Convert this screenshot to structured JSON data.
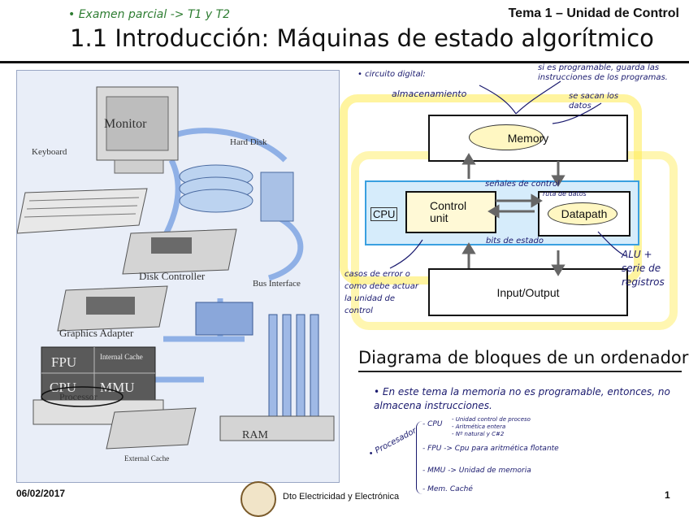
{
  "header": {
    "note": "• Examen parcial -> T1 y T2",
    "topic": "Tema 1 – Unidad de Control",
    "title": "1.1 Introducción: Máquinas de estado algorítmico"
  },
  "left_figure": {
    "labels": {
      "monitor": "Monitor",
      "keyboard": "Keyboard",
      "hard_disk": "Hard Disk",
      "disk_controller": "Disk Controller",
      "bus_interface": "Bus Interface",
      "graphics_adapter": "Graphics Adapter",
      "fpu": "FPU",
      "internal_cache": "Internal Cache",
      "cpu": "CPU",
      "mmu": "MMU",
      "processor": "Processor",
      "ram": "RAM",
      "external_cache": "External Cache"
    }
  },
  "block_diagram": {
    "memory": "Memory",
    "control_unit": "Control unit",
    "datapath": "Datapath",
    "cpu": "CPU",
    "input_output": "Input/Output"
  },
  "annotations": {
    "circuito": "• circuito digital:",
    "almacenamiento": "almacenamiento",
    "programable": "si es programable, guarda las instrucciones de los programas.",
    "datos": "se sacan los datos",
    "senales": "señales de control",
    "ruta": "ruta de datos",
    "bits": "bits de estado",
    "alu": "ALU + serie de registros",
    "casos": "casos de error o como debe actuar la unidad de control"
  },
  "section_title": "Diagrama de bloques de un ordenador",
  "notes": {
    "bullet": "• En este tema la memoria no es programable, entonces, no almacena instrucciones.",
    "procesador": "• Procesador",
    "cpu": "- CPU",
    "cpu_details": [
      "- Unidad control de proceso",
      "- Aritmética entera",
      "- Nº natural y C#2"
    ],
    "fpu": "- FPU -> Cpu para aritmética flotante",
    "mmu": "- MMU -> Unidad de memoria",
    "cache": "- Mem. Caché"
  },
  "footer": {
    "date": "06/02/2017",
    "department": "Dto Electricidad y Electrónica",
    "page": "1"
  }
}
